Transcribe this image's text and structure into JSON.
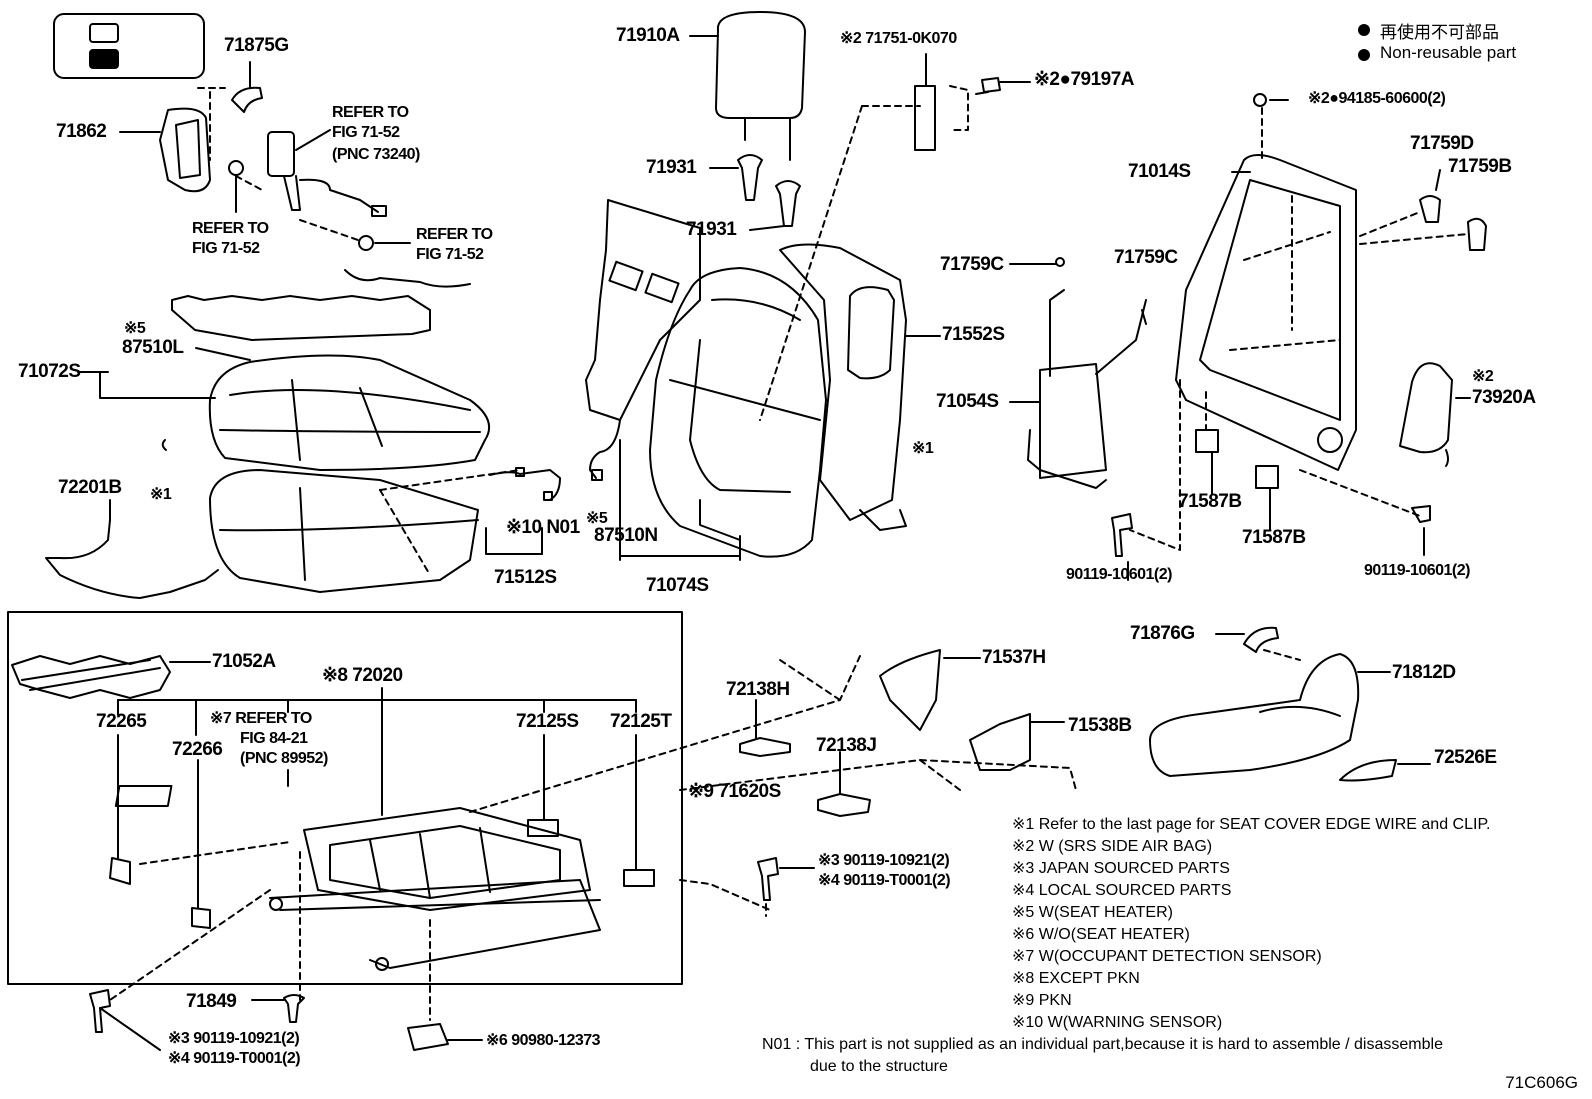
{
  "legend": {
    "jp": "再使用不可部品",
    "en": "Non-reusable part"
  },
  "labels": {
    "l71910A": "71910A",
    "l71875G": "71875G",
    "l71862": "71862",
    "refer1": "REFER TO",
    "refer1b": "FIG 71-52",
    "refer1c": "(PNC 73240)",
    "refer2": "REFER TO",
    "refer2b": "FIG 71-52",
    "refer3": "REFER TO",
    "refer3b": "FIG 71-52",
    "l71751": "※2 71751-0K070",
    "l79197": "※2●79197A",
    "l94185": "※2●94185-60600(2)",
    "l71931a": "71931",
    "l71931b": "71931",
    "l71014S": "71014S",
    "l71759D": "71759D",
    "l71759B": "71759B",
    "l71759Ca": "71759C",
    "l71759Cb": "71759C",
    "l71552S": "71552S",
    "l71054S": "71054S",
    "l73920A_p": "※2",
    "l73920A": "73920A",
    "l87510L_p": "※5",
    "l87510L": "87510L",
    "l71072S": "71072S",
    "l72201B": "72201B",
    "l_x1a": "※1",
    "l_x1b": "※1",
    "l_n01": "※10 N01",
    "l87510N_p": "※5",
    "l87510N": "87510N",
    "l71512S": "71512S",
    "l71074S": "71074S",
    "l71587Ba": "71587B",
    "l71587Bb": "71587B",
    "l90119a": "90119-10601(2)",
    "l90119b": "90119-10601(2)",
    "l71052A": "71052A",
    "l72020": "※8 72020",
    "l72265": "72265",
    "l72266": "72266",
    "refer4": "※7 REFER TO",
    "refer4b": "FIG 84-21",
    "refer4c": "(PNC 89952)",
    "l72125S": "72125S",
    "l72125T": "72125T",
    "l71620S": "※9 71620S",
    "l72138H": "72138H",
    "l71537H": "71537H",
    "l72138J": "72138J",
    "l71538B": "71538B",
    "l71876G": "71876G",
    "l71812D": "71812D",
    "l72526E": "72526E",
    "l3a": "※3  90119-10921(2)",
    "l4a": "※4  90119-T0001(2)",
    "l71849": "71849",
    "l3b": "※3  90119-10921(2)",
    "l4b": "※4  90119-T0001(2)",
    "l90980": "※6  90980-12373"
  },
  "notes": [
    "※1  Refer to the last page for SEAT COVER EDGE WIRE and CLIP.",
    "※2  W (SRS SIDE AIR BAG)",
    "※3  JAPAN SOURCED PARTS",
    "※4  LOCAL SOURCED PARTS",
    "※5  W(SEAT HEATER)",
    "※6  W/O(SEAT HEATER)",
    "※7  W(OCCUPANT DETECTION SENSOR)",
    "※8  EXCEPT PKN",
    "※9  PKN",
    "※10 W(WARNING SENSOR)"
  ],
  "n01_note": "N01 : This part is not supplied as an individual part,because it is hard to assemble / disassemble",
  "n01_note2": "due to the structure",
  "diagram_code": "71C606G"
}
